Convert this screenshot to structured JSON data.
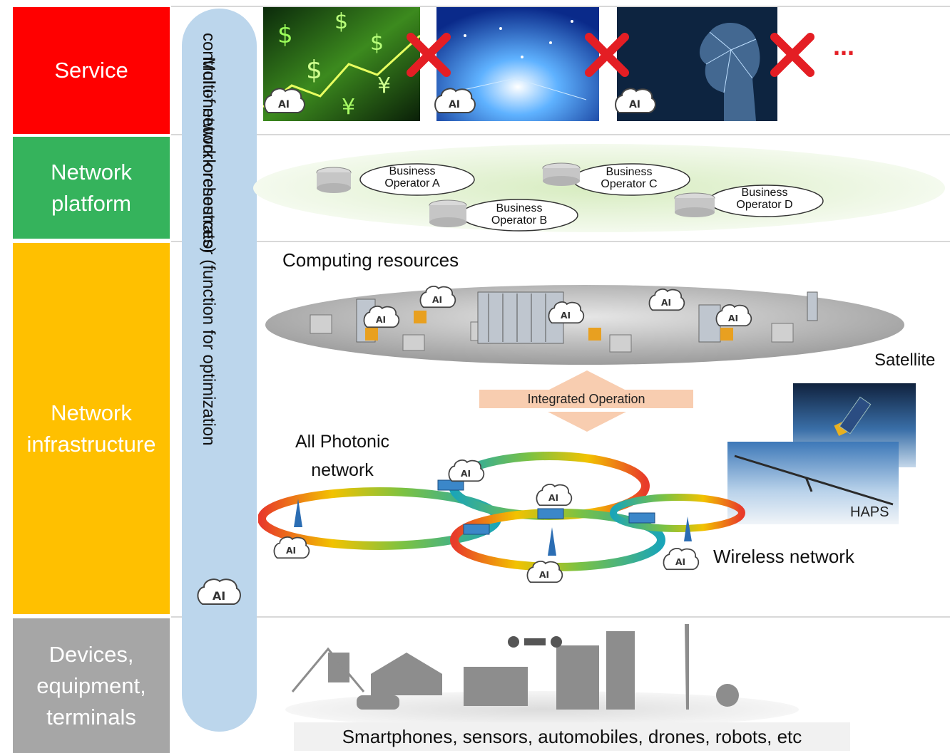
{
  "layers": {
    "service": "Service",
    "network_platform": "Network platform",
    "network_infrastructure": "Network infrastructure",
    "devices": "Devices, equipment, terminals"
  },
  "colors": {
    "service": "#ff0000",
    "network_platform": "#35b35c",
    "network_infrastructure": "#ffc000",
    "devices": "#a6a6a6",
    "orchestrator": "#bcd6ec"
  },
  "orchestrator": {
    "line1": "Multi-network orchestrator (function for optimization",
    "line2": "control of network resources)"
  },
  "service_row": {
    "ellipsis": "..."
  },
  "ai_badge": "AI",
  "operators": [
    {
      "line1": "Business",
      "line2": "Operator A"
    },
    {
      "line1": "Business",
      "line2": "Operator B"
    },
    {
      "line1": "Business",
      "line2": "Operator C"
    },
    {
      "line1": "Business",
      "line2": "Operator D"
    }
  ],
  "computing_resources": "Computing resources",
  "integrated_operation": "Integrated Operation",
  "satellite": "Satellite",
  "photonic": {
    "line1": "All Photonic",
    "line2": "network"
  },
  "haps": "HAPS",
  "wireless": "Wireless network",
  "footer": "Smartphones, sensors, automobiles, drones, robots, etc"
}
